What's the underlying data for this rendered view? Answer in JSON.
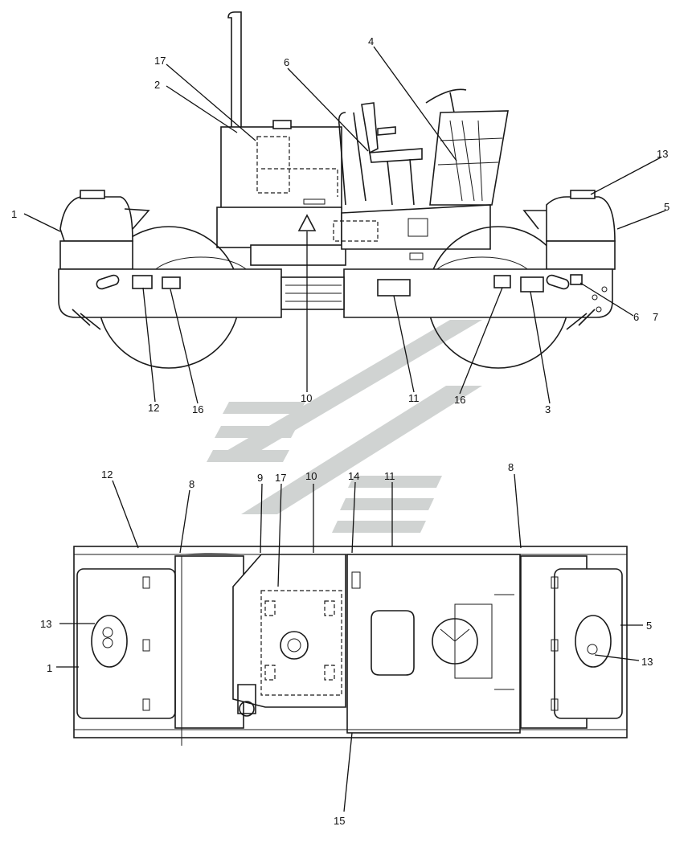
{
  "diagram": {
    "side_view": {
      "callouts": [
        "1",
        "2",
        "17",
        "6",
        "4",
        "13",
        "5",
        "6",
        "7",
        "12",
        "16",
        "10",
        "11",
        "16",
        "3"
      ]
    },
    "top_view": {
      "callouts": [
        "12",
        "8",
        "9",
        "17",
        "10",
        "14",
        "11",
        "8",
        "13",
        "1",
        "5",
        "13",
        "15"
      ]
    },
    "watermark": {
      "color": "#c8cccb"
    }
  }
}
